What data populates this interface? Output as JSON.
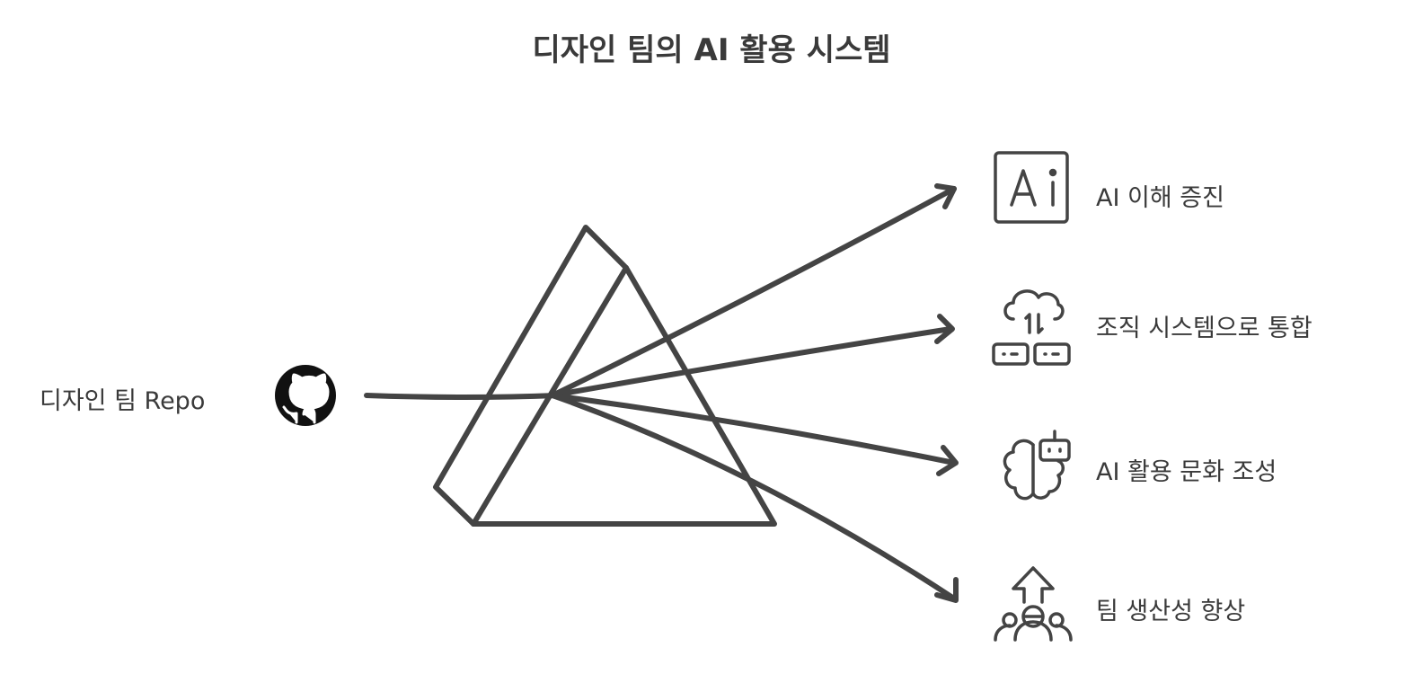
{
  "title": "디자인 팀의 AI 활용 시스템",
  "source": {
    "label": "디자인 팀 Repo",
    "icon": "github-icon"
  },
  "outputs": [
    {
      "label": "AI 이해 증진",
      "icon": "ai-icon"
    },
    {
      "label": "조직 시스템으로 통합",
      "icon": "cloud-sync-icon"
    },
    {
      "label": "AI 활용 문화 조성",
      "icon": "brain-robot-icon"
    },
    {
      "label": "팀 생산성 향상",
      "icon": "team-growth-icon"
    }
  ],
  "colors": {
    "stroke": "#444444",
    "text": "#3a3a3a"
  }
}
